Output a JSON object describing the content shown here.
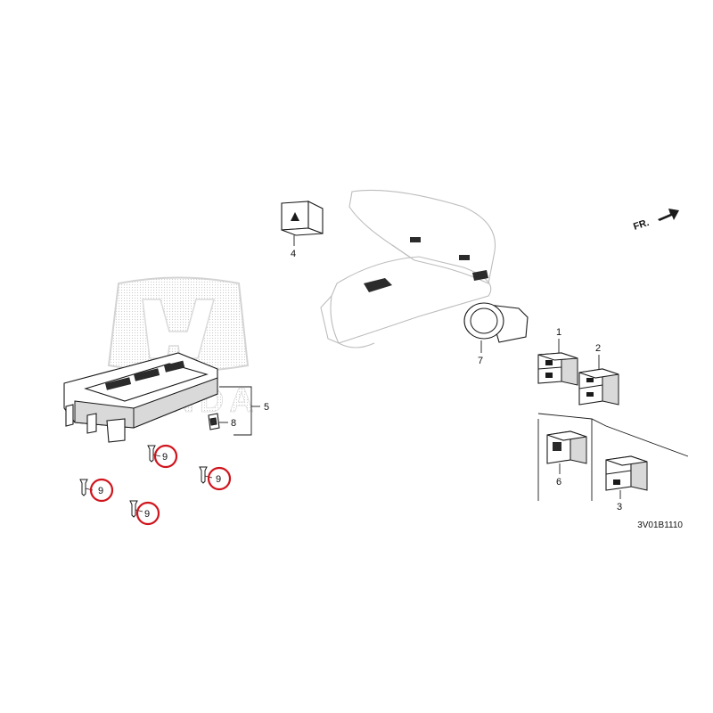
{
  "diagram": {
    "drawing_code": "3V01B1110",
    "front_arrow_text": "FR.",
    "watermark": "HONDA",
    "callouts": {
      "c1": "1",
      "c2": "2",
      "c3": "3",
      "c4": "4",
      "c5": "5",
      "c6": "6",
      "c7": "7",
      "c8": "8",
      "c9a": "9",
      "c9b": "9",
      "c9c": "9",
      "c9d": "9"
    },
    "highlight_color": "#d0141c"
  }
}
